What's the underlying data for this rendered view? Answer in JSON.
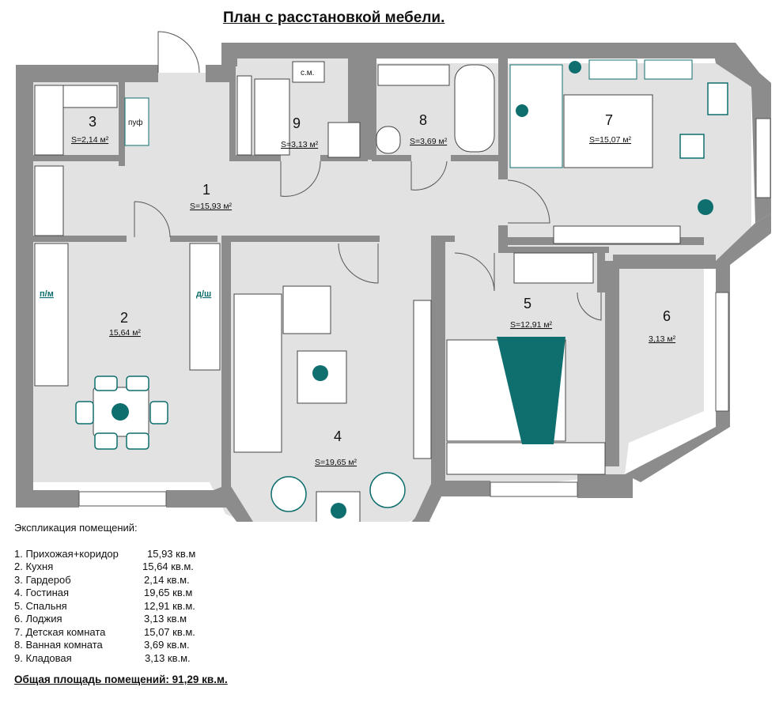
{
  "title": "План с расстановкой мебели.",
  "rooms": [
    {
      "num": "1",
      "area": "S=15,93 м²"
    },
    {
      "num": "2",
      "area": "15,64 м²"
    },
    {
      "num": "3",
      "area": "S=2,14 м²"
    },
    {
      "num": "4",
      "area": "S=19,65 м²"
    },
    {
      "num": "5",
      "area": "S=12,91 м²"
    },
    {
      "num": "6",
      "area": "3,13 м²"
    },
    {
      "num": "7",
      "area": "S=15,07 м²"
    },
    {
      "num": "8",
      "area": "S=3,69 м²"
    },
    {
      "num": "9",
      "area": "S=3,13 м²"
    }
  ],
  "labels": {
    "pouf": "пуф",
    "washer": "с.м.",
    "fridge": "п/м",
    "shower": "д/ш"
  },
  "legend": {
    "heading": "Экспликация помещений:",
    "items": [
      {
        "name": "1. Прихожая+коридор",
        "area": "15,93 кв.м"
      },
      {
        "name": "2. Кухня",
        "area": "15,64 кв.м."
      },
      {
        "name": "3. Гардероб",
        "area": "2,14 кв.м."
      },
      {
        "name": "4. Гостиная",
        "area": "19,65 кв.м"
      },
      {
        "name": "5. Спальня",
        "area": "12,91 кв.м."
      },
      {
        "name": "6. Лоджия",
        "area": "3,13 кв.м"
      },
      {
        "name": "7. Детская комната",
        "area": "15,07 кв.м."
      },
      {
        "name": "8. Ванная комната",
        "area": "3,69 кв.м."
      },
      {
        "name": "9. Кладовая",
        "area": "3,13 кв.м."
      }
    ]
  },
  "total": "Общая площадь помещений: 91,29 кв.м.",
  "colors": {
    "wall": "#8c8c8c",
    "floor": "#e2e2e2",
    "accent": "#0f6e6e"
  }
}
